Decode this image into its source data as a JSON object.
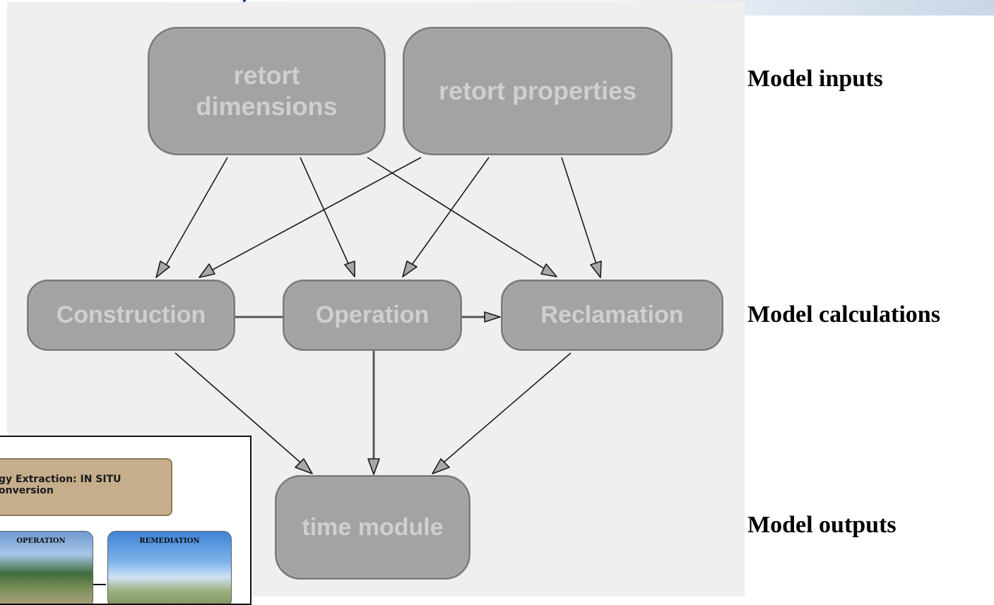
{
  "diagram": {
    "nodes": {
      "retort_dimensions": "retort dimensions",
      "retort_properties": "retort properties",
      "construction": "Construction",
      "operation": "Operation",
      "reclamation": "Reclamation",
      "time_module": "time module"
    },
    "edges": [
      [
        "retort_dimensions",
        "construction"
      ],
      [
        "retort_dimensions",
        "operation"
      ],
      [
        "retort_dimensions",
        "reclamation"
      ],
      [
        "retort_properties",
        "construction"
      ],
      [
        "retort_properties",
        "operation"
      ],
      [
        "retort_properties",
        "reclamation"
      ],
      [
        "construction",
        "reclamation"
      ],
      [
        "construction",
        "time_module"
      ],
      [
        "operation",
        "time_module"
      ],
      [
        "reclamation",
        "time_module"
      ]
    ]
  },
  "levels": {
    "inputs": "Model inputs",
    "calculations": "Model calculations",
    "outputs": "Model outputs"
  },
  "inset": {
    "banner": "gy Extraction: IN SITU onversion",
    "card_operation": "OPERATION",
    "card_remediation": "REMEDIATION"
  },
  "colors": {
    "node_fill": "#a3a3a3",
    "node_border": "#7f7f7f",
    "node_text": "#cfcfcf",
    "panel_bg": "#efefef",
    "title_blue": "#0b2d7a"
  }
}
